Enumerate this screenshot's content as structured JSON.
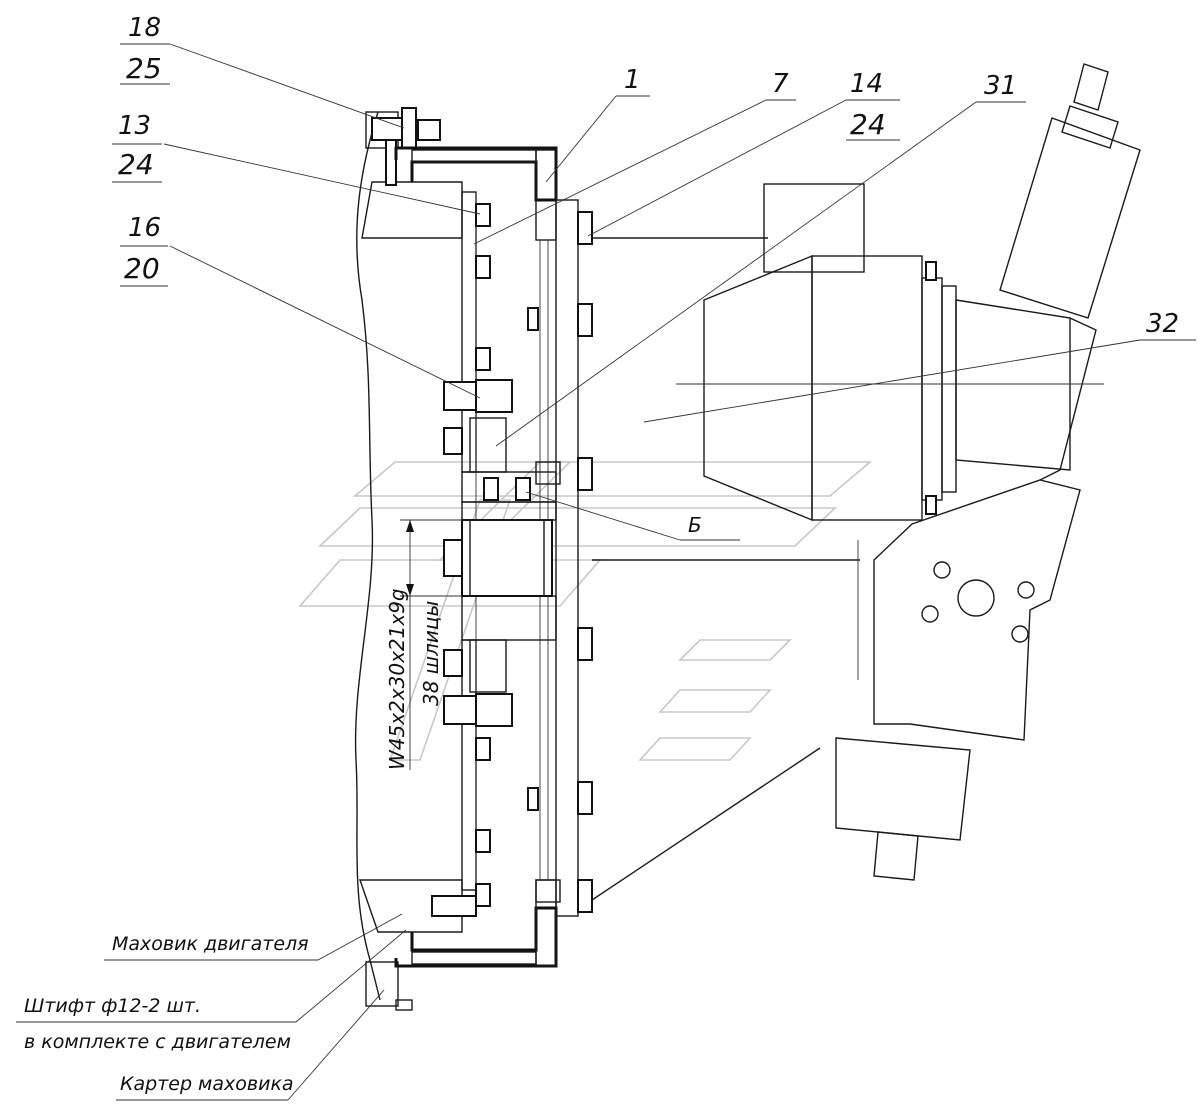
{
  "callouts": [
    {
      "id": "c18",
      "top": "18",
      "bottom": "25"
    },
    {
      "id": "c13",
      "top": "13",
      "bottom": "24"
    },
    {
      "id": "c16",
      "top": "16",
      "bottom": "20"
    },
    {
      "id": "c1",
      "top": "1"
    },
    {
      "id": "c7",
      "top": "7"
    },
    {
      "id": "c14",
      "top": "14",
      "bottom": "24"
    },
    {
      "id": "c31",
      "top": "31"
    },
    {
      "id": "c32",
      "top": "32"
    },
    {
      "id": "cB",
      "top": "Б"
    }
  ],
  "dimension": {
    "spline_spec": "W45x2x30x21x9g",
    "spline_note": "38 шлицы"
  },
  "notes": {
    "flywheel": "Маховик двигателя",
    "pin_line1": "Штифт ф12-2 шт.",
    "pin_line2": "в комплекте с двигателем",
    "housing": "Картер маховика"
  }
}
